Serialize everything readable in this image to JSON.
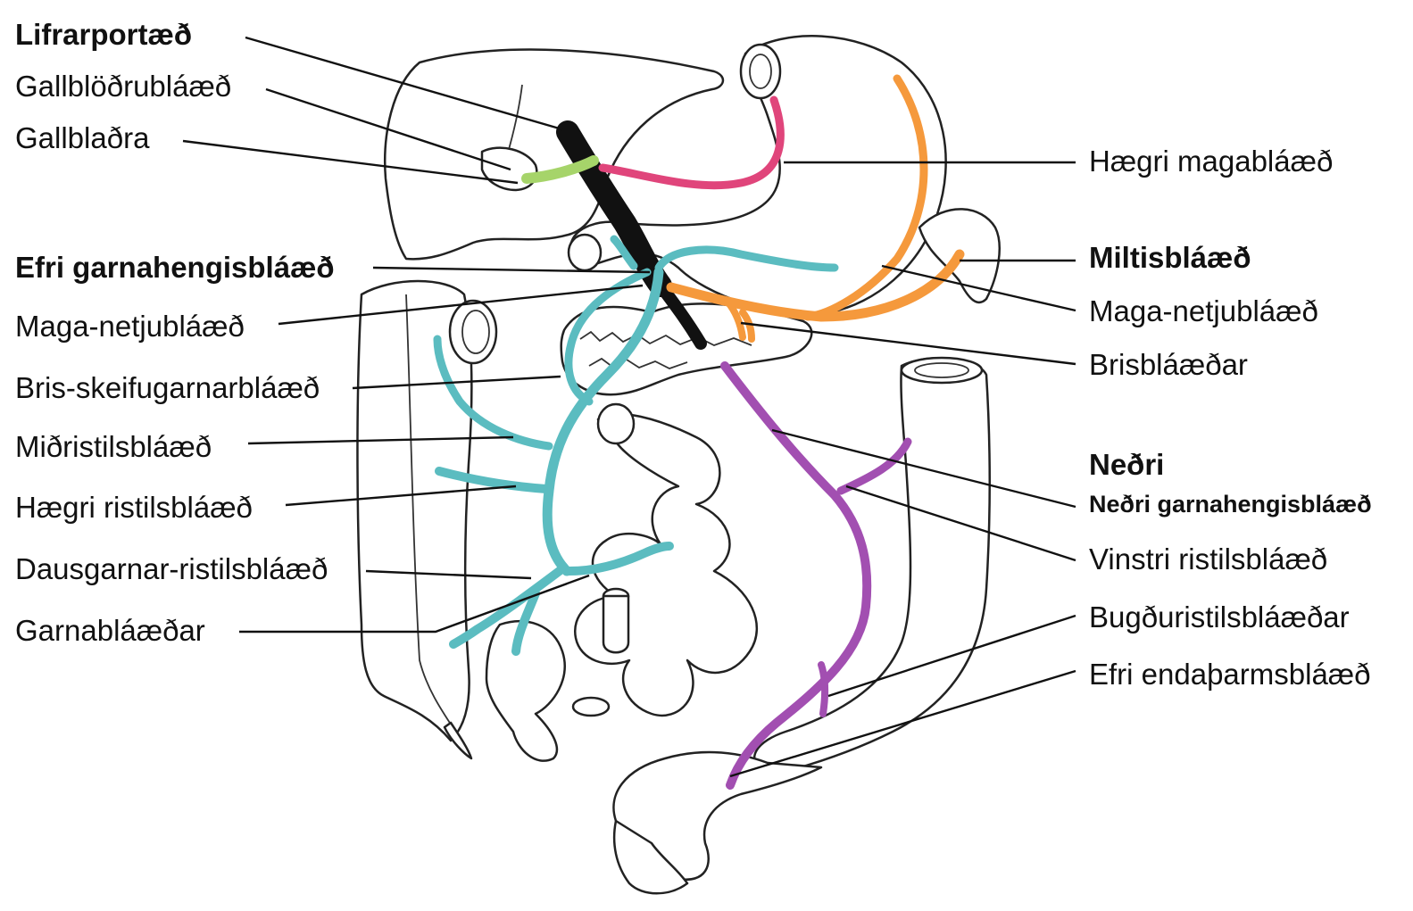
{
  "labels_left": [
    {
      "key": "hepatic_portal",
      "text": "Lifrarportæð",
      "bold": true
    },
    {
      "key": "cystic",
      "text": "Gallblöðrubláæð",
      "bold": false
    },
    {
      "key": "gallbladder",
      "text": "Gallblaðra",
      "bold": false
    },
    {
      "key": "superior_mesenteric",
      "text": "Efri garnahengisbláæð",
      "bold": true
    },
    {
      "key": "gastroepiploic_left",
      "text": "Maga-netjubláæð",
      "bold": false
    },
    {
      "key": "pancreaticoduodenal",
      "text": "Bris-skeifugarnarbláæð",
      "bold": false
    },
    {
      "key": "middle_colic",
      "text": "Miðristilsbláæð",
      "bold": false
    },
    {
      "key": "right_colic",
      "text": "Hægri ristilsbláæð",
      "bold": false
    },
    {
      "key": "ileocolic",
      "text": "Dausgarnar-ristilsbláæð",
      "bold": false
    },
    {
      "key": "intestinal",
      "text": "Garnabláæðar",
      "bold": false
    }
  ],
  "labels_right": [
    {
      "key": "right_gastric",
      "text": "Hægri magabláæð",
      "bold": false
    },
    {
      "key": "splenic",
      "text": "Miltisbláæð",
      "bold": true
    },
    {
      "key": "gastroepiploic_right",
      "text": "Maga-netjubláæð",
      "bold": false
    },
    {
      "key": "pancreatic",
      "text": "Brisbláæðar",
      "bold": false
    },
    {
      "key": "inferior_heading",
      "text": "Neðri",
      "bold": true
    },
    {
      "key": "inferior_mesenteric",
      "text": "Neðri garnahengisbláæð",
      "bold": true,
      "small": true
    },
    {
      "key": "left_colic",
      "text": "Vinstri ristilsbláæð",
      "bold": false
    },
    {
      "key": "sigmoid",
      "text": "Bugðuristilsbláæðar",
      "bold": false
    },
    {
      "key": "superior_rectal",
      "text": "Efri endaþarmsbláæð",
      "bold": false
    }
  ],
  "colors": {
    "hepatic_portal_vein": "#111111",
    "cystic_vein": "#a6d46a",
    "right_gastric_vein": "#e0457b",
    "splenic_gastroepiploic_vein": "#f5993c",
    "superior_mesenteric_vein": "#5bbcc0",
    "inferior_mesenteric_vein": "#a24fb1",
    "outline": "#222222"
  }
}
